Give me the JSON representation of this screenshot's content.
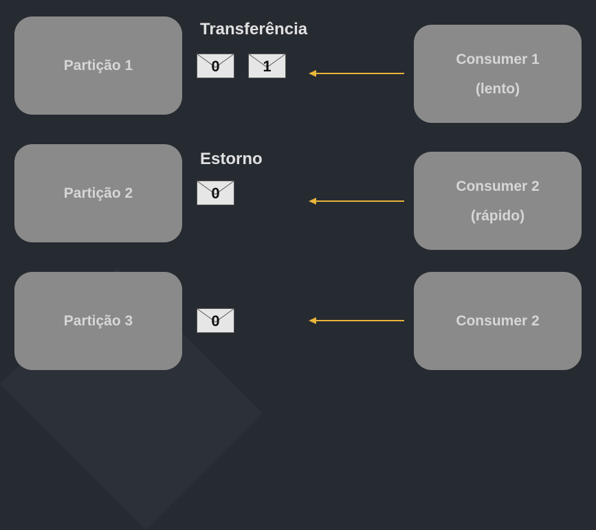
{
  "colors": {
    "background": "#262a31",
    "box": "#8a8a8a",
    "box_text": "#d6d6d6",
    "arrow": "#e8b53a",
    "envelope": "#e6e6e6"
  },
  "partitions": [
    {
      "label": "Partição 1"
    },
    {
      "label": "Partição 2"
    },
    {
      "label": "Partição 3"
    }
  ],
  "consumers": [
    {
      "line1": "Consumer 1",
      "line2": "(lento)"
    },
    {
      "line1": "Consumer 2",
      "line2": "(rápido)"
    },
    {
      "line1": "Consumer 2",
      "line2": ""
    }
  ],
  "topics": [
    {
      "label": "Transferência"
    },
    {
      "label": "Estorno"
    }
  ],
  "messages": [
    {
      "partition": 1,
      "offset": "0"
    },
    {
      "partition": 1,
      "offset": "1"
    },
    {
      "partition": 2,
      "offset": "0"
    },
    {
      "partition": 3,
      "offset": "0"
    }
  ],
  "icons": {
    "message": "envelope-icon",
    "flow": "arrow-left-icon"
  }
}
